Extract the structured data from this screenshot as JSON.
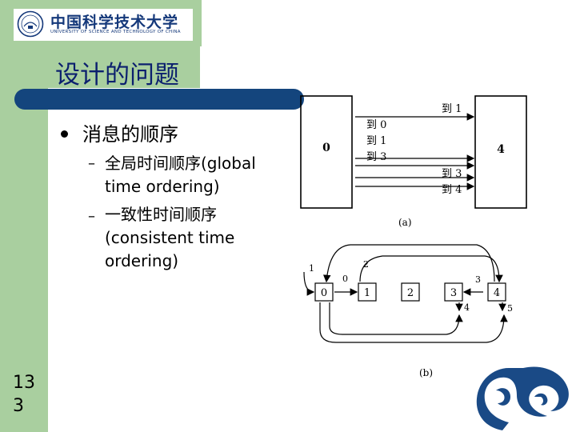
{
  "header": {
    "logo_cn": "中国科学技术大学",
    "logo_en": "UNIVERSITY OF SCIENCE AND TECHNOLOGY OF CHINA"
  },
  "slide": {
    "title": "设计的问题",
    "bullet": "消息的顺序",
    "sub_items": [
      {
        "dash": "–",
        "lines": [
          "全局时间顺序(global",
          "time ordering)"
        ]
      },
      {
        "dash": "–",
        "lines": [
          "一致性时间顺序",
          "(consistent time",
          "ordering)"
        ]
      }
    ],
    "page_number_lines": [
      "13",
      "3"
    ]
  },
  "diagram_a": {
    "left_box": "0",
    "right_box": "4",
    "right_arrows": [
      "到 1",
      "到 3",
      "到 4"
    ],
    "left_arrows": [
      "到 0",
      "到 1",
      "到 3"
    ],
    "caption": "(a)"
  },
  "diagram_b": {
    "nodes": [
      "0",
      "1",
      "2",
      "3",
      "4"
    ],
    "edge_labels": [
      "1",
      "0",
      "2",
      "3",
      "4",
      "5"
    ],
    "caption": "(b)"
  },
  "colors": {
    "sidebar": "#a9cf9f",
    "title_bar": "#14457d",
    "title_text": "#0b1f6e",
    "dragon": "#1a4a86"
  },
  "icons": [
    "university-seal-icon",
    "dragon-logo-icon"
  ]
}
